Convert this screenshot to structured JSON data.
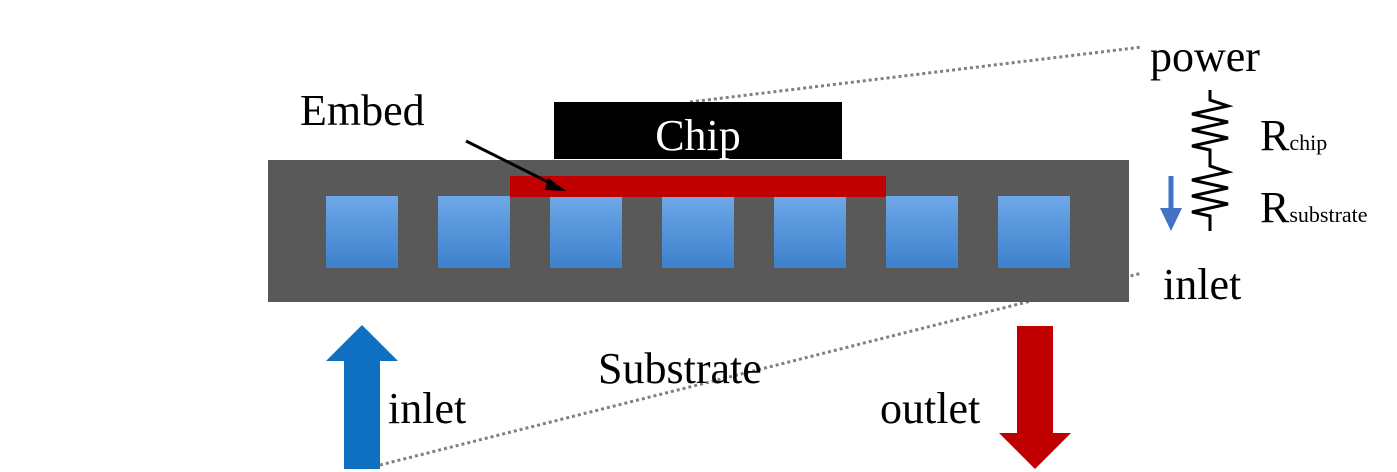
{
  "labels": {
    "chip": "Chip",
    "embed": "Embed",
    "substrate": "Substrate",
    "inlet_left": "inlet",
    "outlet": "outlet",
    "power": "power",
    "inlet_right": "inlet",
    "r_chip_main": "R",
    "r_chip_sub": "chip",
    "r_substrate_main": "R",
    "r_substrate_sub": "substrate"
  },
  "channels": {
    "count": 7
  },
  "colors": {
    "substrate": "#595959",
    "chip": "#000000",
    "embed": "#c00000",
    "channel_top": "#6ea8e6",
    "channel_bottom": "#3d80cc",
    "inlet_arrow": "#0f6fc1",
    "outlet_arrow": "#c00000",
    "flow_arrow": "#4472c4",
    "dotted_line": "#808080"
  },
  "icons": {
    "inlet_arrow": "arrow-up-icon",
    "outlet_arrow": "arrow-down-icon",
    "resistor": "resistor-icon"
  }
}
